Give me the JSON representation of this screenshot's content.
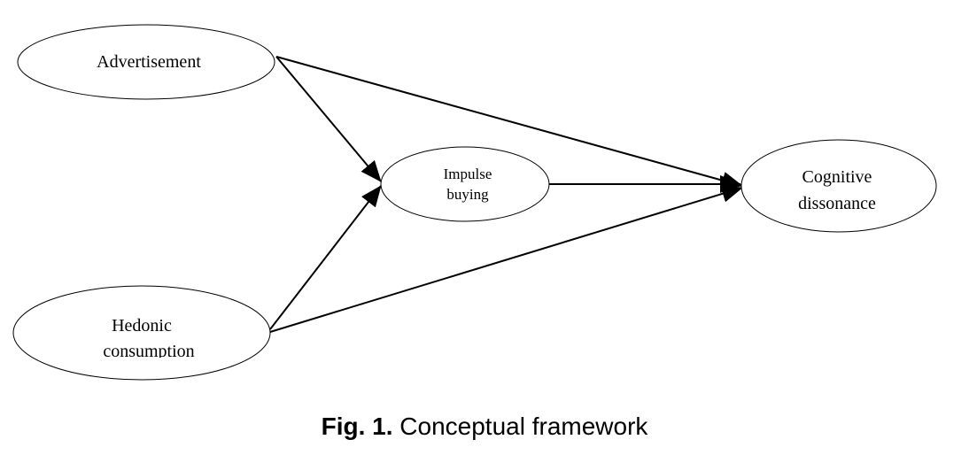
{
  "nodes": {
    "advertisement": {
      "label": "Advertisement"
    },
    "impulse_buying": {
      "label_line1": "Impulse",
      "label_line2": "buying"
    },
    "hedonic_consumption": {
      "label_line1": "Hedonic",
      "label_line2": "consumption"
    },
    "cognitive_dissonance": {
      "label_line1": "Cognitive",
      "label_line2": "dissonance"
    }
  },
  "edges": [
    {
      "from": "Advertisement",
      "to": "Impulse buying"
    },
    {
      "from": "Advertisement",
      "to": "Cognitive dissonance"
    },
    {
      "from": "Hedonic consumption",
      "to": "Impulse buying"
    },
    {
      "from": "Hedonic consumption",
      "to": "Cognitive dissonance"
    },
    {
      "from": "Impulse buying",
      "to": "Cognitive dissonance"
    }
  ],
  "caption": {
    "label": "Fig. 1.",
    "text": "Conceptual framework"
  }
}
